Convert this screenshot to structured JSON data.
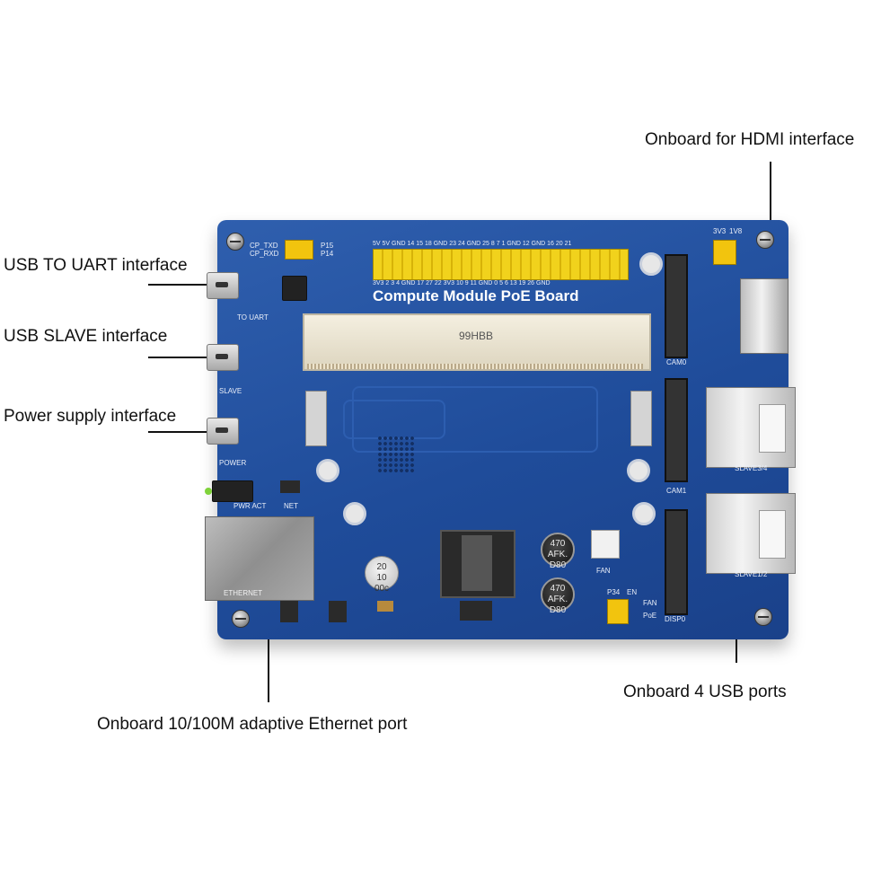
{
  "callouts": {
    "usb_to_uart": "USB TO UART interface",
    "usb_slave": "USB SLAVE interface",
    "power_supply": "Power supply interface",
    "hdmi": "Onboard for HDMI interface",
    "usb_ports": "Onboard 4 USB ports",
    "ethernet": "Onboard 10/100M adaptive Ethernet port"
  },
  "board": {
    "title": "Compute Module PoE Board",
    "header_top_row": "5V 5V GND 14  15  18 GND 23  24 GND 25  8   7   1  GND 12 GND 16  20  21",
    "header_bottom_row": "3V3  2   3   4 GND 17  27  22 3V3 10   9  11 GND  0   5   6  13  19  26 GND",
    "cp_txd": "CP_TXD",
    "cp_rxd": "CP_RXD",
    "p15": "P15",
    "p14": "P14",
    "to_uart": "TO UART",
    "slave": "SLAVE",
    "power": "POWER",
    "pwr_act": "PWR ACT",
    "net": "NET",
    "cam0": "CAM0",
    "cam1": "CAM1",
    "disp0": "DISP0",
    "slave34": "SLAVE3/4",
    "slave12": "SLAVE1/2",
    "fan": "FAN",
    "fan2": "FAN",
    "poe": "PoE",
    "p34": "P34",
    "en": "EN",
    "v3v3": "3V3",
    "v1v8": "1V8",
    "ethernet_silk": "ETHERNET",
    "sodimm_mark": "99HBB",
    "cap1_a": "470",
    "cap1_b": "AFK.",
    "cap1_c": "D80",
    "cap2_a": "470",
    "cap2_b": "AFK.",
    "cap2_c": "D80",
    "cap3_a": "20",
    "cap3_b": "10",
    "cap3_c": "00c"
  }
}
